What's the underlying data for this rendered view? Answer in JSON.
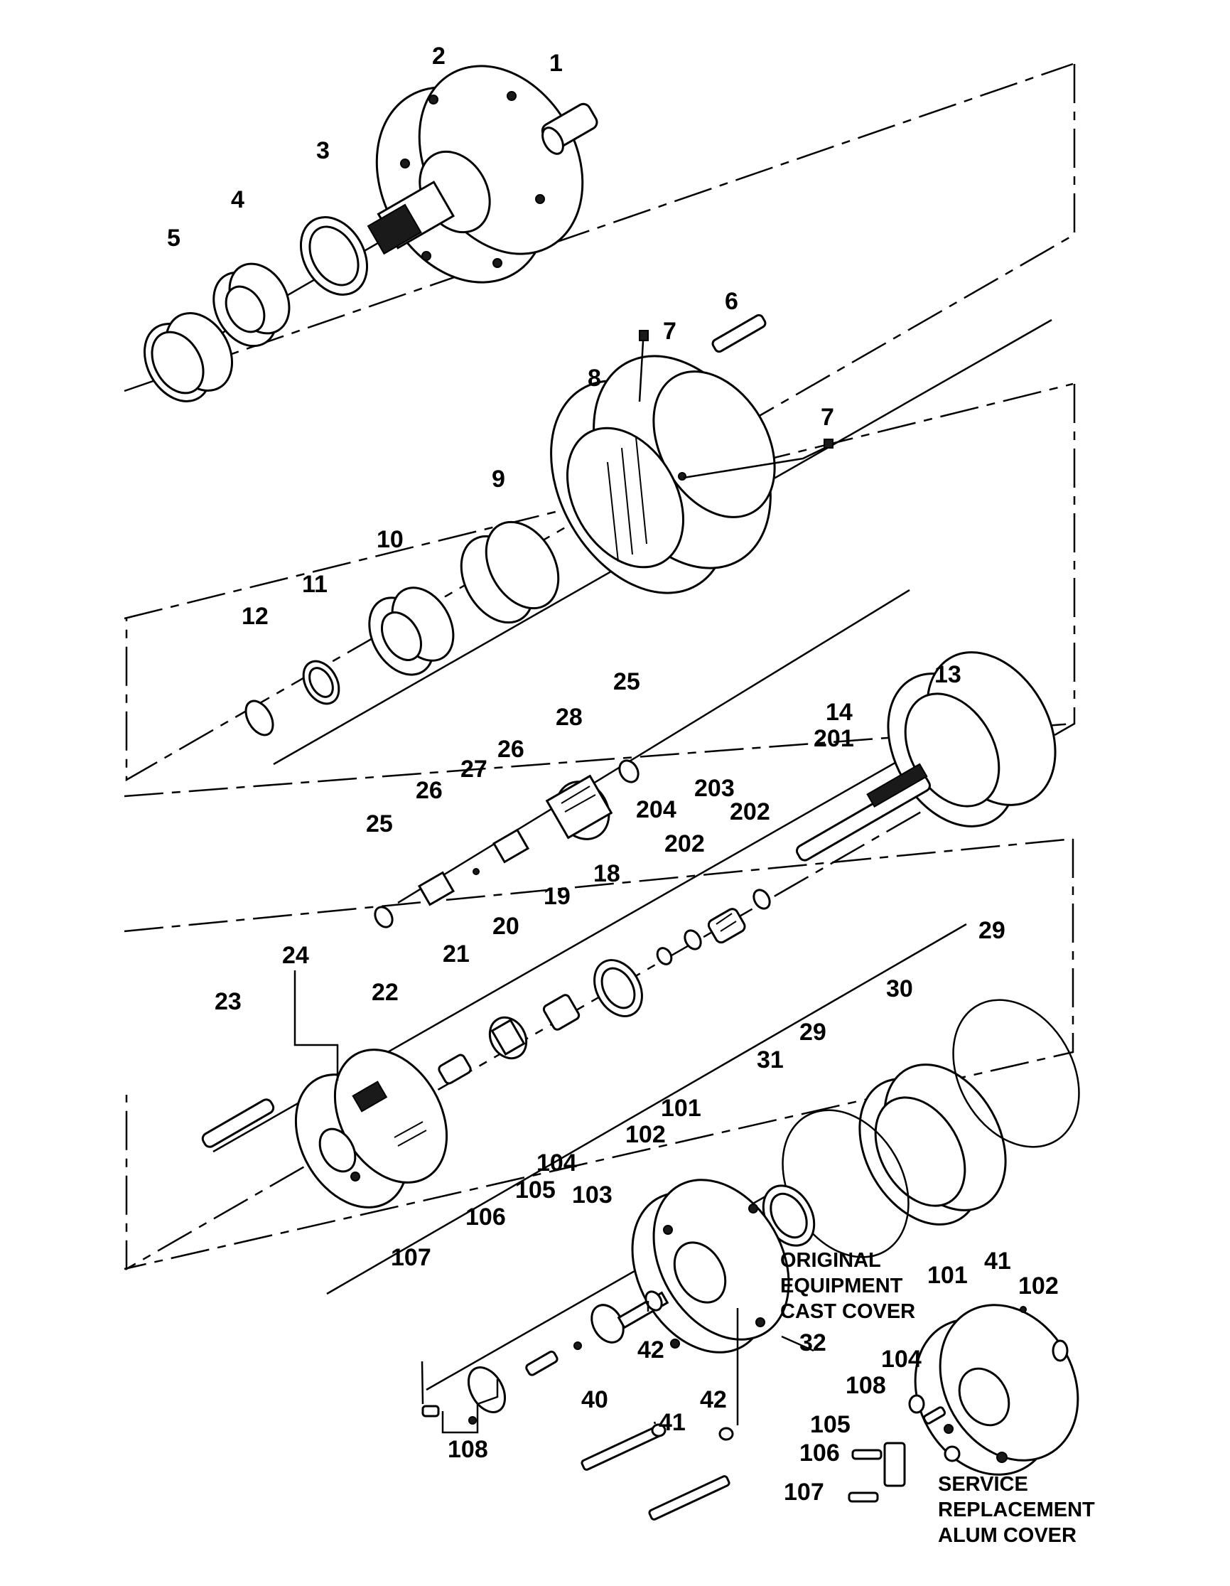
{
  "parts": [
    {
      "id": "p1",
      "text": "1"
    },
    {
      "id": "p2",
      "text": "2"
    },
    {
      "id": "p3",
      "text": "3"
    },
    {
      "id": "p4",
      "text": "4"
    },
    {
      "id": "p5",
      "text": "5"
    },
    {
      "id": "p6",
      "text": "6"
    },
    {
      "id": "p7a",
      "text": "7"
    },
    {
      "id": "p7b",
      "text": "7"
    },
    {
      "id": "p8",
      "text": "8"
    },
    {
      "id": "p9",
      "text": "9"
    },
    {
      "id": "p10",
      "text": "10"
    },
    {
      "id": "p11",
      "text": "11"
    },
    {
      "id": "p12",
      "text": "12"
    },
    {
      "id": "p13",
      "text": "13"
    },
    {
      "id": "p14",
      "text": "14"
    },
    {
      "id": "p201",
      "text": "201"
    },
    {
      "id": "p25a",
      "text": "25"
    },
    {
      "id": "p28",
      "text": "28"
    },
    {
      "id": "p26a",
      "text": "26"
    },
    {
      "id": "p27",
      "text": "27"
    },
    {
      "id": "p26b",
      "text": "26"
    },
    {
      "id": "p25b",
      "text": "25"
    },
    {
      "id": "p204",
      "text": "204"
    },
    {
      "id": "p203",
      "text": "203"
    },
    {
      "id": "p202a",
      "text": "202"
    },
    {
      "id": "p202b",
      "text": "202"
    },
    {
      "id": "p18",
      "text": "18"
    },
    {
      "id": "p19",
      "text": "19"
    },
    {
      "id": "p20",
      "text": "20"
    },
    {
      "id": "p21",
      "text": "21"
    },
    {
      "id": "p22",
      "text": "22"
    },
    {
      "id": "p23",
      "text": "23"
    },
    {
      "id": "p24",
      "text": "24"
    },
    {
      "id": "p29a",
      "text": "29"
    },
    {
      "id": "p29b",
      "text": "29"
    },
    {
      "id": "p30",
      "text": "30"
    },
    {
      "id": "p31",
      "text": "31"
    },
    {
      "id": "p101a",
      "text": "101"
    },
    {
      "id": "p102a",
      "text": "102"
    },
    {
      "id": "p104a",
      "text": "104"
    },
    {
      "id": "p105a",
      "text": "105"
    },
    {
      "id": "p103",
      "text": "103"
    },
    {
      "id": "p106a",
      "text": "106"
    },
    {
      "id": "p107a",
      "text": "107"
    },
    {
      "id": "p108a",
      "text": "108"
    },
    {
      "id": "p40",
      "text": "40"
    },
    {
      "id": "p42a",
      "text": "42"
    },
    {
      "id": "p42b",
      "text": "42"
    },
    {
      "id": "p41a",
      "text": "41"
    },
    {
      "id": "p32",
      "text": "32"
    },
    {
      "id": "p101b",
      "text": "101"
    },
    {
      "id": "p41b",
      "text": "41"
    },
    {
      "id": "p102b",
      "text": "102"
    },
    {
      "id": "p104b",
      "text": "104"
    },
    {
      "id": "p108b",
      "text": "108"
    },
    {
      "id": "p105b",
      "text": "105"
    },
    {
      "id": "p106b",
      "text": "106"
    },
    {
      "id": "p107b",
      "text": "107"
    }
  ],
  "notes": {
    "cast_cover": [
      "ORIGINAL",
      "EQUIPMENT",
      "CAST COVER"
    ],
    "alum_cover": [
      "SERVICE",
      "REPLACEMENT",
      "ALUM COVER"
    ]
  }
}
